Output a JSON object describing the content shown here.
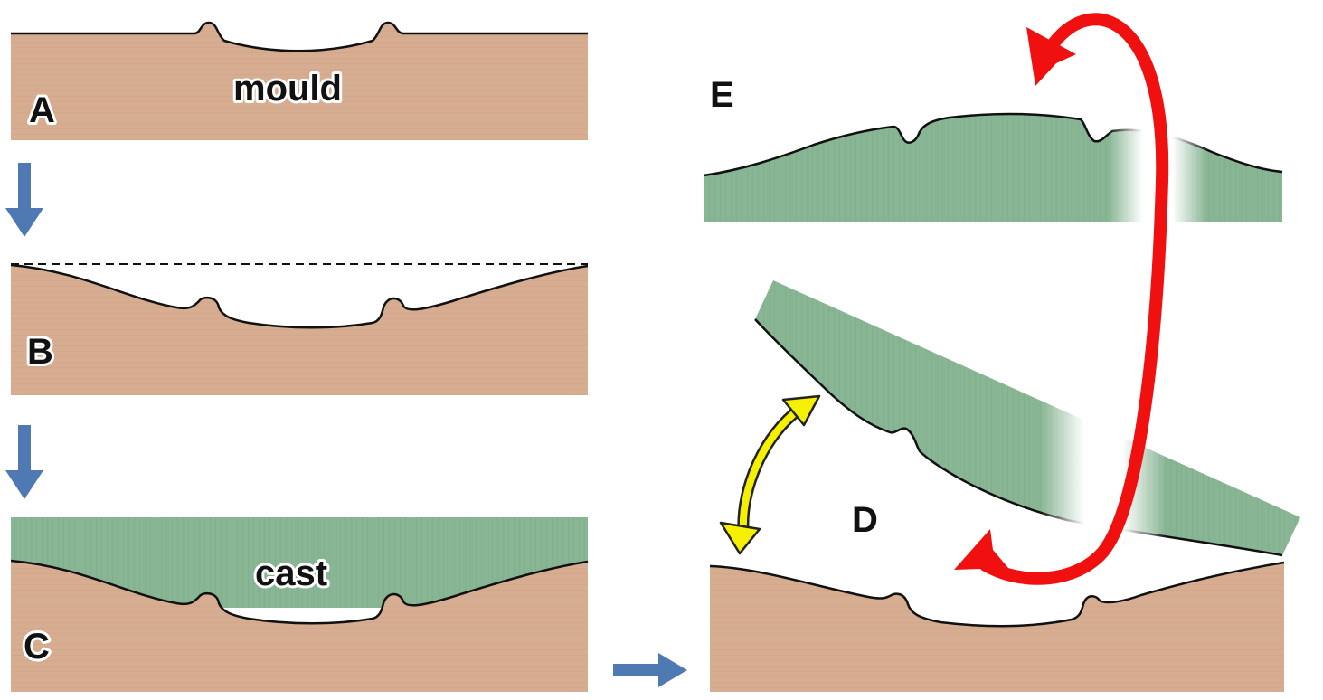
{
  "labels": {
    "a": "A",
    "b": "B",
    "c": "C",
    "d": "D",
    "e": "E",
    "mould": "mould",
    "cast": "cast"
  },
  "colors": {
    "mould_fill": "#d7ad91",
    "cast_fill": "#88b594",
    "outline": "#111111",
    "step_arrow": "#4f79b3",
    "flip_arrow": "#f01010",
    "contact_arrow": "#f5f000",
    "contact_arrow_outline": "#222222",
    "reference_line": "#111111"
  },
  "icons": {
    "step_arrow_down_1": "arrow-down-icon",
    "step_arrow_down_2": "arrow-down-icon",
    "step_arrow_right": "arrow-right-icon",
    "flip_arrow": "curved-double-arrow-icon",
    "contact_arrow": "curved-double-arrow-icon"
  }
}
